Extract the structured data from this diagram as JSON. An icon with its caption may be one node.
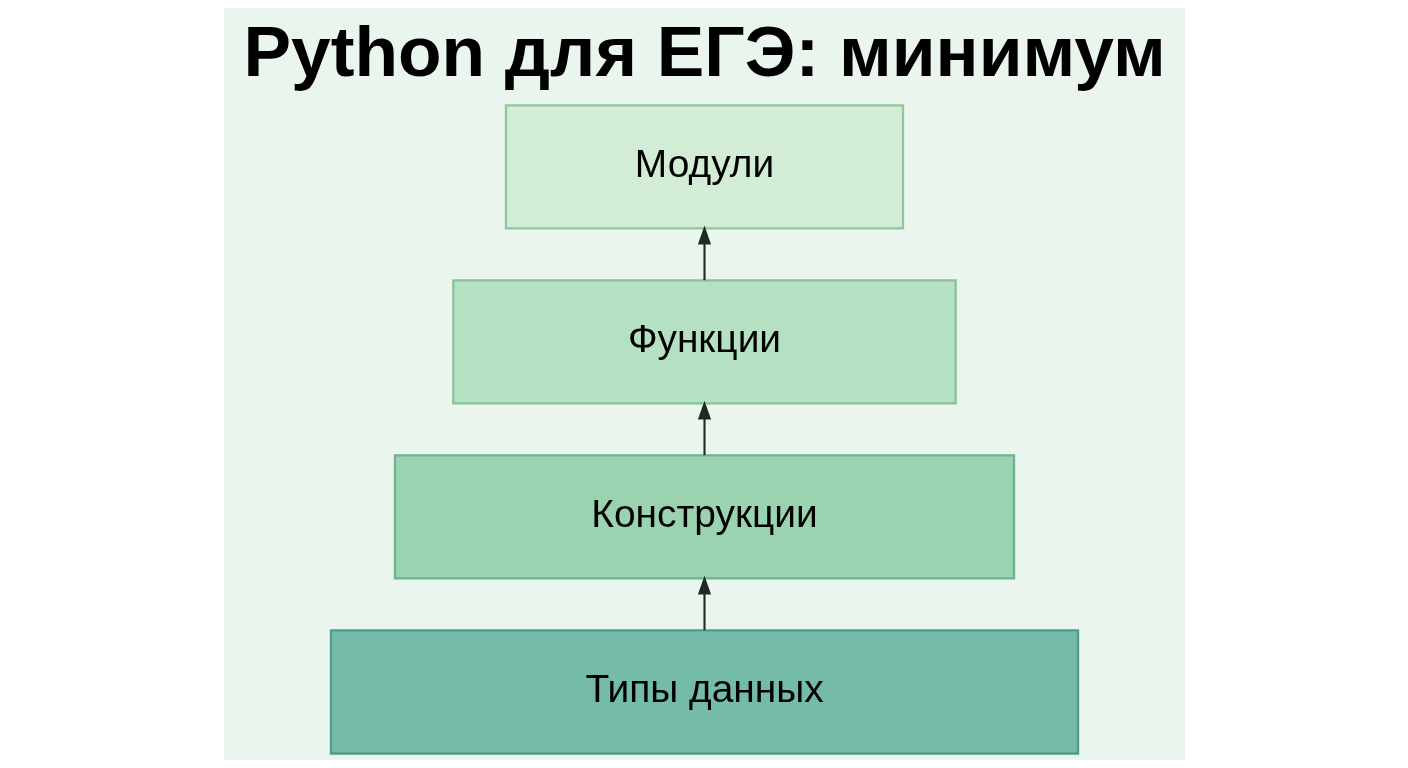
{
  "diagram": {
    "title": "Python для ЕГЭ: минимум",
    "nodes": [
      {
        "text": [
          "Модули"
        ]
      },
      {
        "text": [
          "Функции"
        ]
      },
      {
        "text": [
          "Конструкции"
        ]
      },
      {
        "text": [
          "Типы данных"
        ]
      }
    ],
    "edges": [
      {
        "from": 3,
        "to": 2,
        "arrow": "to"
      },
      {
        "from": 2,
        "to": 1,
        "arrow": "to"
      },
      {
        "from": 1,
        "to": 0,
        "arrow": "to"
      }
    ]
  }
}
